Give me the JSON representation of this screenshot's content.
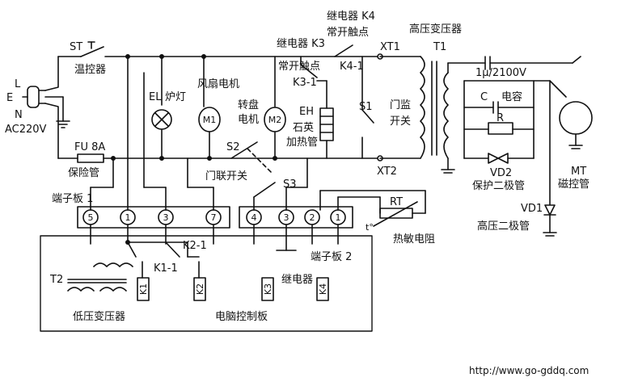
{
  "labels": {
    "st": "ST",
    "thermostat": "温控器",
    "plug_l": "L",
    "plug_e": "E",
    "plug_n": "N",
    "mains": "AC220V",
    "fuse_code": "FU 8A",
    "fuse": "保险管",
    "el": "EL",
    "lamp": "炉灯",
    "fan": "风扇电机",
    "m1": "M1",
    "m2": "M2",
    "turntable_1": "转盘",
    "turntable_2": "电机",
    "eh": "EH",
    "quartz_1": "石英",
    "quartz_2": "加热管",
    "relay_k3_1": "继电器 K3",
    "relay_k3_2": "常开触点",
    "k3_contact": "K3-1",
    "relay_k4_1": "继电器 K4",
    "relay_k4_2": "常开触点",
    "k4_contact": "K4-1",
    "xt1": "XT1",
    "xt2": "XT2",
    "s1": "S1",
    "door_mon_1": "门监",
    "door_mon_2": "开关",
    "s2": "S2",
    "door_sw": "门联开关",
    "s3": "S3",
    "hv_trans": "高压变压器",
    "t1": "T1",
    "cap_val": "1μ/2100V",
    "c": "C",
    "cap": "电容",
    "r": "R",
    "vd2": "VD2",
    "prot_diode": "保护二极管",
    "vd1": "VD1",
    "hv_diode": "高压二极管",
    "mt": "MT",
    "magnetron": "磁控管",
    "tb1": "端子板 1",
    "tb2": "端子板 2",
    "rt": "RT",
    "thermistor": "热敏电阻",
    "t_symbol": "t°",
    "k2_contact": "K2-1",
    "k1_contact": "K1-1",
    "t2": "T2",
    "lv_trans": "低压变压器",
    "relay": "继电器",
    "pcb": "电脑控制板",
    "k1": "K1",
    "k2": "K2",
    "k3": "K3",
    "k4": "K4",
    "url": "http://www.go-gddq.com"
  },
  "terminals": {
    "tb1": [
      "5",
      "1",
      "3",
      "7"
    ],
    "tb2": [
      "4",
      "3",
      "2",
      "1"
    ]
  }
}
